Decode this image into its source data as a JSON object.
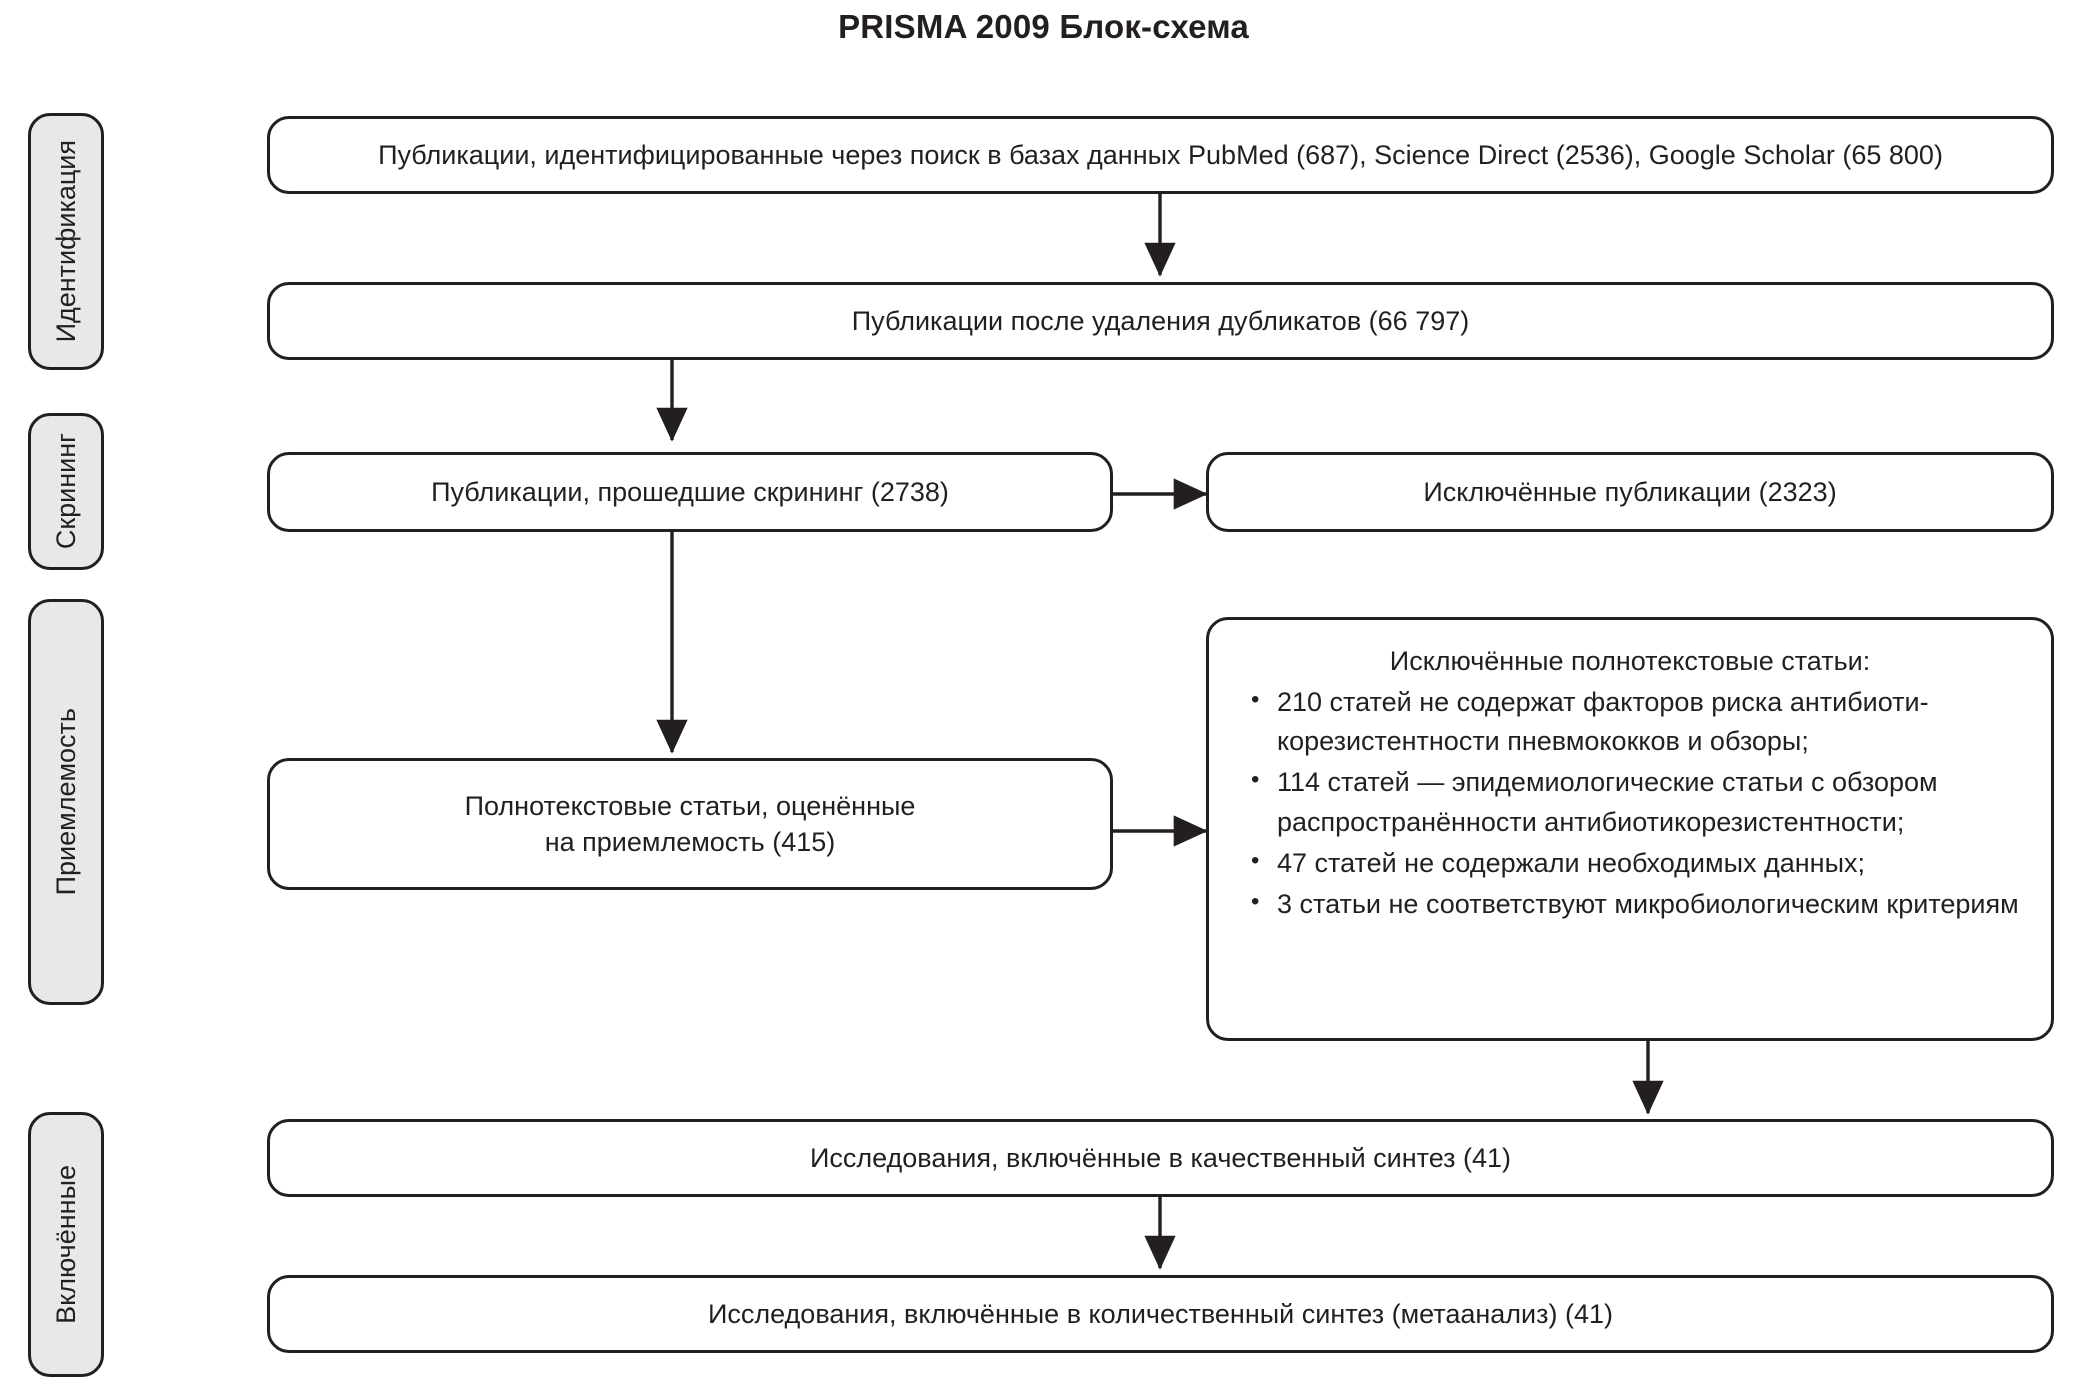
{
  "title": "PRISMA 2009 Блок-схема",
  "stages": [
    {
      "id": "identification",
      "label": "Идентификация"
    },
    {
      "id": "screening",
      "label": "Скрининг"
    },
    {
      "id": "eligibility",
      "label": "Приемлемость"
    },
    {
      "id": "included",
      "label": "Включённые"
    }
  ],
  "boxes": {
    "identified": {
      "text": "Публикации, идентифицированные через поиск в базах данных PubMed (687), Science Direct (2536), Google Scholar (65 800)"
    },
    "deduplicated": {
      "text": "Публикации после удаления дубликатов (66 797)"
    },
    "screened": {
      "text": "Публикации, прошедшие скрининг (2738)"
    },
    "excluded_records": {
      "text": "Исключённые публикации (2323)"
    },
    "fulltext_assessed": {
      "line1": "Полнотекстовые статьи, оценённые",
      "line2": "на приемлемость (415)"
    },
    "excluded_fulltext": {
      "heading": "Исключённые полнотекстовые статьи:",
      "items": [
        "210 статей не содержат факторов риска антибиоти-корезистентности пневмококков и обзоры;",
        "114 статей — эпидемиологические статьи с обзором распространённости антибиотикорезистентности;",
        "47 статей не содержали необходимых данных;",
        "3 статьи не соответствуют микробиологическим критериям"
      ]
    },
    "qualitative": {
      "text": "Исследования, включённые в качественный синтез (41)"
    },
    "quantitative": {
      "text": "Исследования, включённые в количественный синтез (метаанализ) (41)"
    }
  },
  "counts": {
    "pubmed": 687,
    "science_direct": 2536,
    "google_scholar": 65800,
    "after_duplicates": 66797,
    "screened": 2738,
    "excluded_records": 2323,
    "fulltext_assessed": 415,
    "excluded_no_risk_factors": 210,
    "excluded_epidemiological": 114,
    "excluded_no_data": 47,
    "excluded_microbiology": 3,
    "qualitative_synthesis": 41,
    "quantitative_synthesis": 41
  },
  "colors": {
    "stroke": "#231f20",
    "stage_fill": "#e8e8e8",
    "box_fill": "#ffffff",
    "page_bg": "#ffffff"
  }
}
